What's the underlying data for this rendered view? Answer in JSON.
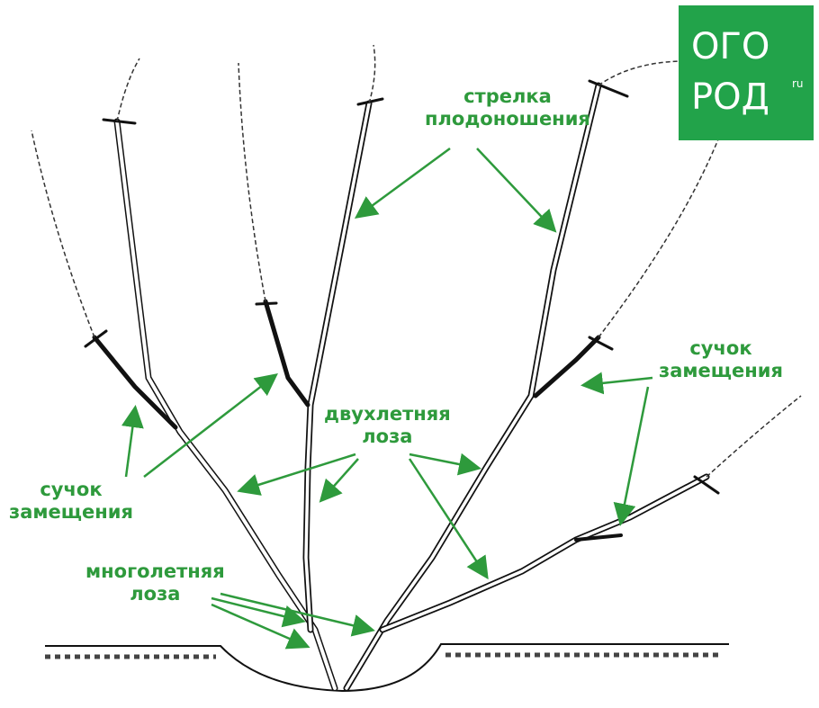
{
  "labels": {
    "fruiting_arrow": [
      "стрелка",
      "плодоношения"
    ],
    "replacement_spur_left": [
      "сучок",
      "замещения"
    ],
    "replacement_spur_right": [
      "сучок",
      "замещения"
    ],
    "two_year_vine": [
      "двухлетняя",
      "лоза"
    ],
    "perennial_vine": [
      "многолетняя",
      "лоза"
    ]
  },
  "logo": {
    "line1": "ОГО",
    "line2": "РОД",
    "suffix": "ru"
  },
  "colors": {
    "accent": "#2e9a3c",
    "logo_bg": "#22a34a"
  }
}
